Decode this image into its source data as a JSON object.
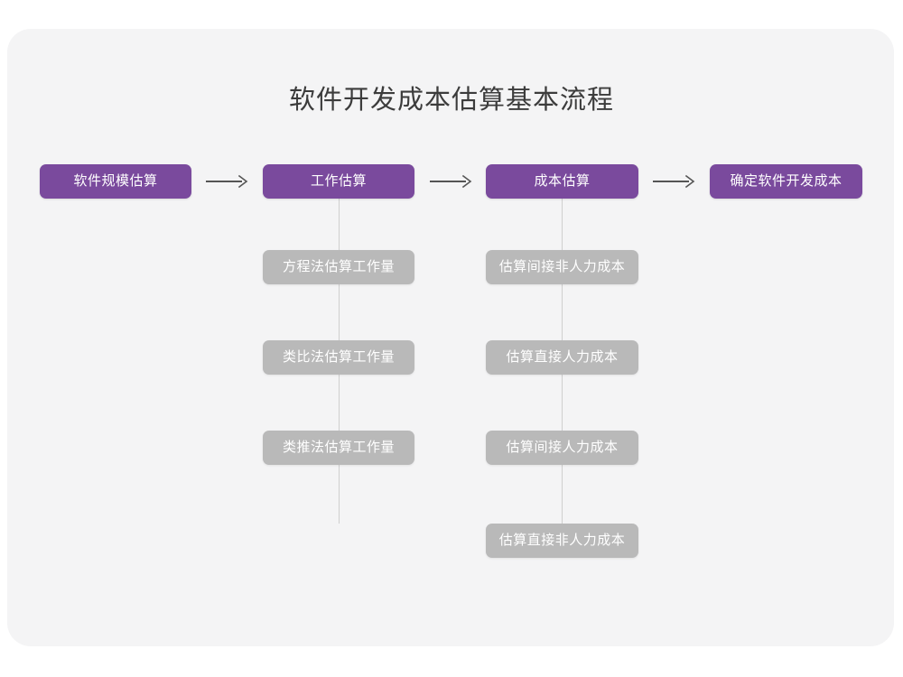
{
  "page": {
    "background": "#ffffff",
    "card_background": "#f4f4f5",
    "accent_color": "#7a4a9d",
    "secondary_color": "#b9b9b9",
    "title_color": "#3c3c3c"
  },
  "title": "软件开发成本估算基本流程",
  "flow": {
    "stages": [
      {
        "id": "size",
        "label": "软件规模估算",
        "type": "primary"
      },
      {
        "id": "effort",
        "label": "工作估算",
        "type": "primary"
      },
      {
        "id": "cost",
        "label": "成本估算",
        "type": "primary"
      },
      {
        "id": "final",
        "label": "确定软件开发成本",
        "type": "primary"
      }
    ],
    "arrows": [
      {
        "id": "arrow-1",
        "glyph": "arrow-right-icon",
        "from": "size",
        "to": "effort"
      },
      {
        "id": "arrow-2",
        "glyph": "arrow-right-icon",
        "from": "effort",
        "to": "cost"
      },
      {
        "id": "arrow-3",
        "glyph": "arrow-right-icon",
        "from": "cost",
        "to": "final"
      }
    ],
    "effort_methods": [
      {
        "id": "equation",
        "label": "方程法估算工作量",
        "type": "secondary"
      },
      {
        "id": "analogy",
        "label": "类比法估算工作量",
        "type": "secondary"
      },
      {
        "id": "induction",
        "label": "类推法估算工作量",
        "type": "secondary"
      }
    ],
    "cost_components": [
      {
        "id": "indirect-nonlabor",
        "label": "估算间接非人力成本",
        "type": "secondary"
      },
      {
        "id": "direct-labor",
        "label": "估算直接人力成本",
        "type": "secondary"
      },
      {
        "id": "indirect-labor",
        "label": "估算间接人力成本",
        "type": "secondary"
      },
      {
        "id": "direct-nonlabor",
        "label": "估算直接非人力成本",
        "type": "secondary"
      }
    ]
  }
}
